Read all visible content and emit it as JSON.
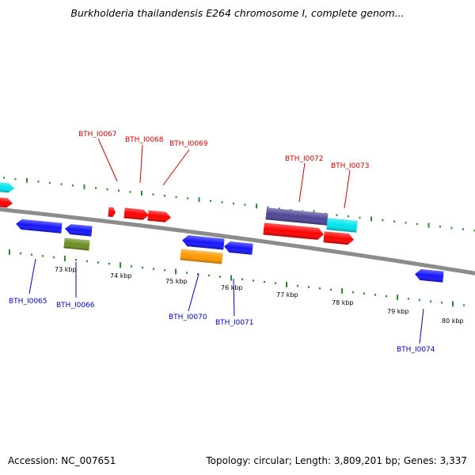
{
  "title": "Burkholderia thailandensis E264 chromosome I, complete genom...",
  "footer": {
    "accession": "Accession: NC_007651",
    "info": "Topology: circular; Length: 3,809,201 bp; Genes: 3,337"
  },
  "colors": {
    "backbone": "#8c8c8c",
    "ticks": "#2e8b2e",
    "forward_label": "#d40000",
    "reverse_label": "#0000cc",
    "red": "#ff0000",
    "blue": "#1414ff",
    "cyan": "#00e5ee",
    "navy": "#4d4596",
    "olive": "#6b8e23",
    "orange": "#ff9900"
  },
  "kbp_labels": [
    "73 kbp",
    "74 kbp",
    "75 kbp",
    "76 kbp",
    "77 kbp",
    "78 kbp",
    "79 kbp",
    "80 kbp"
  ],
  "forward_labels": [
    "BTH_I0067",
    "BTH_I0068",
    "BTH_I0069",
    "BTH_I0072",
    "BTH_I0073"
  ],
  "reverse_labels": [
    "BTH_I0065",
    "BTH_I0066",
    "BTH_I0070",
    "BTH_I0071",
    "BTH_I0074"
  ]
}
